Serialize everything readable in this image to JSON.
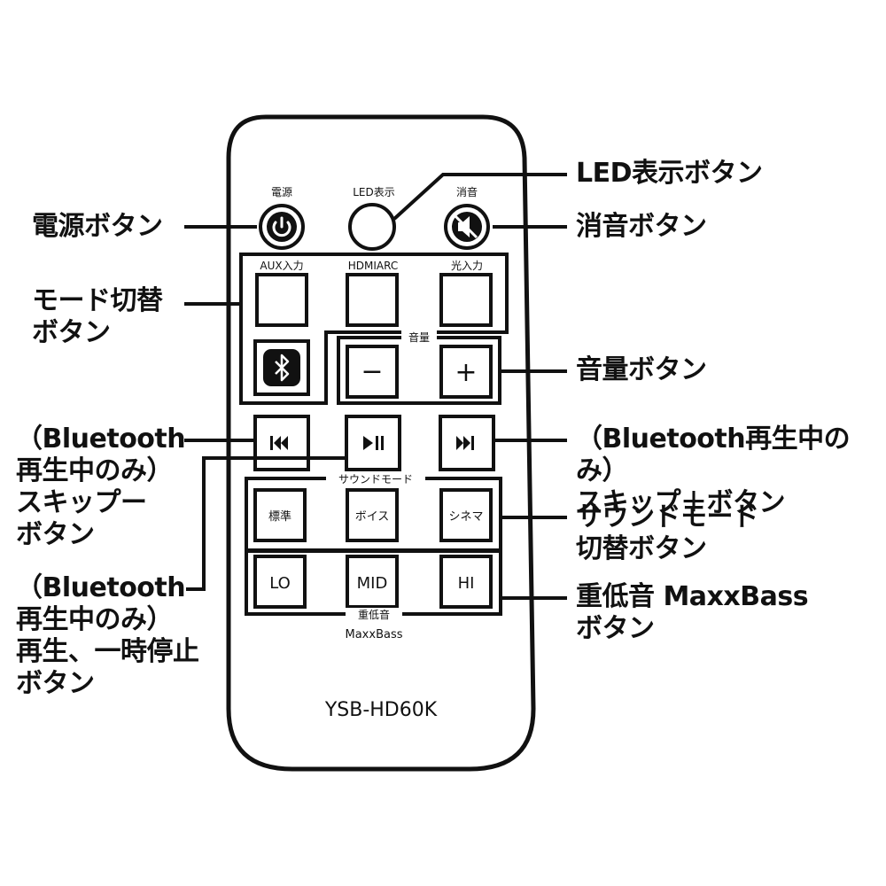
{
  "remote": {
    "model": "YSB-HD60K",
    "top": {
      "power_label": "電源",
      "led_label": "LED表示",
      "mute_label": "消音"
    },
    "mode_group": {
      "aux_label": "AUX入力",
      "hdmi_label": "HDMIARC",
      "optical_label": "光入力"
    },
    "volume": {
      "label": "音量",
      "minus": "−",
      "plus": "+"
    },
    "sound_mode": {
      "label": "サウンドモード",
      "standard": "標準",
      "voice": "ボイス",
      "cinema": "シネマ"
    },
    "bass": {
      "label": "重低音",
      "sublabel": "MaxxBass",
      "lo": "LO",
      "mid": "MID",
      "hi": "HI"
    }
  },
  "callouts": {
    "power": "電源ボタン",
    "mode": "モード切替\nボタン",
    "skip_minus": "（Bluetooth\n再生中のみ）\nスキップー\nボタン",
    "play_pause": "（Bluetooth\n再生中のみ）\n再生、一時停止\nボタン",
    "led": "LED表示ボタン",
    "mute": "消音ボタン",
    "volume": "音量ボタン",
    "skip_plus": "（Bluetooth再生中のみ）\nスキップ＋ボタン",
    "sound_mode": "サウンドモード\n切替ボタン",
    "bass": "重低音 MaxxBass\nボタン"
  },
  "colors": {
    "ink": "#111111",
    "background": "#ffffff"
  }
}
